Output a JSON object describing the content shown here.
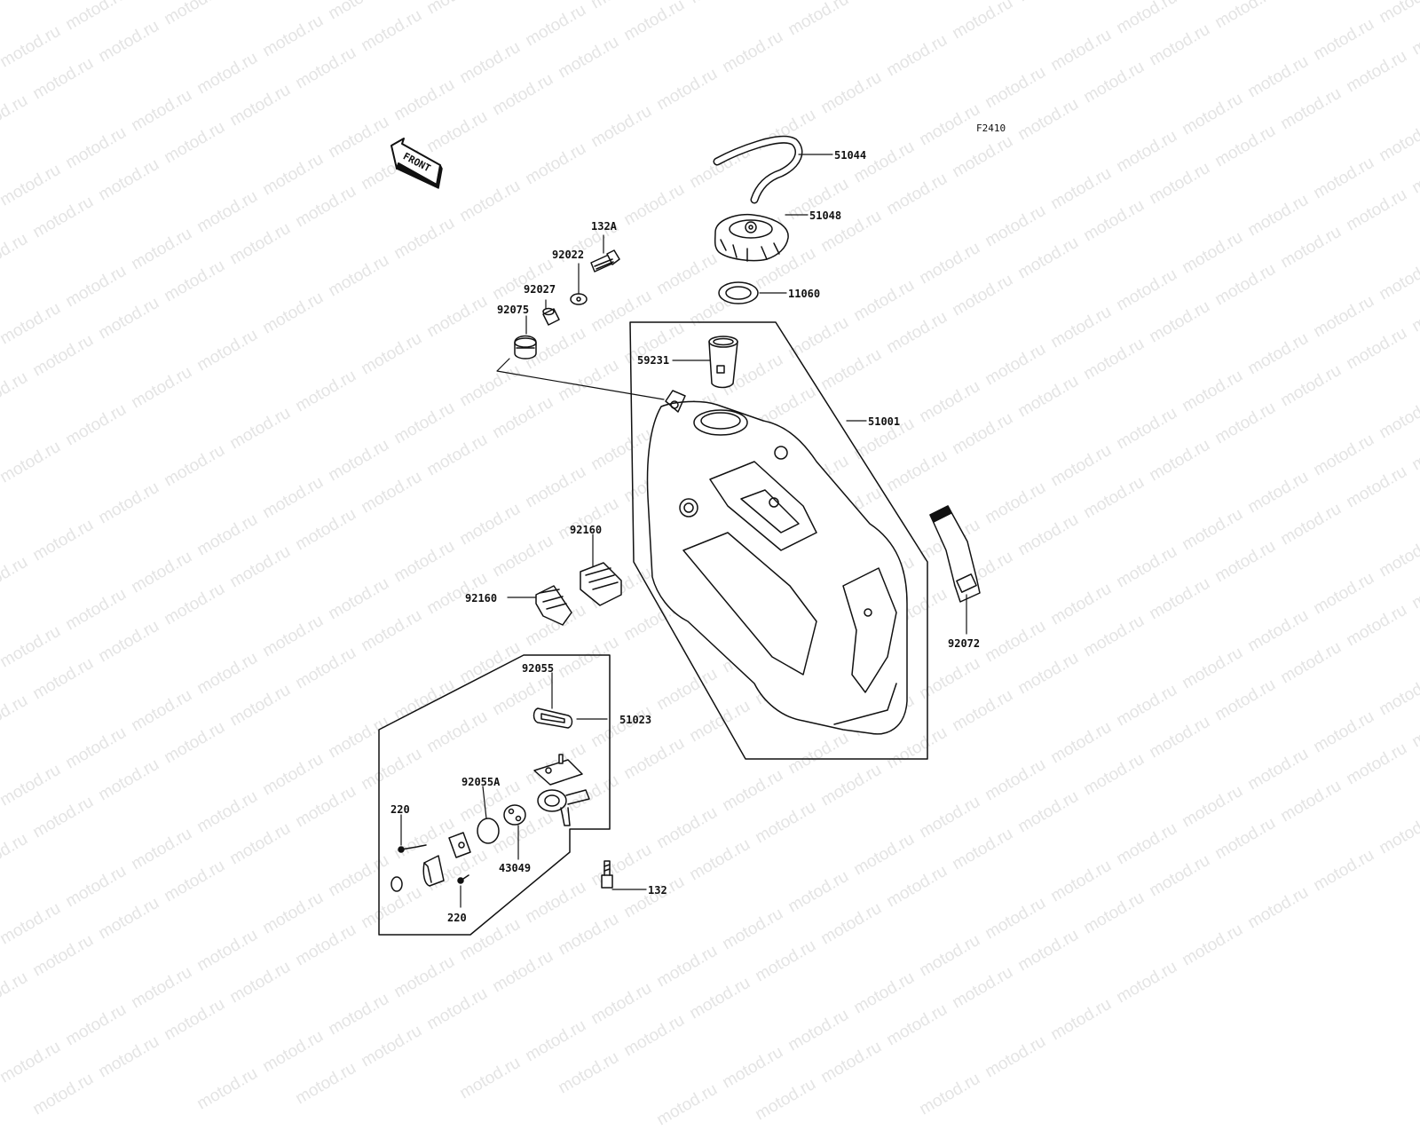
{
  "figure_code": "F2410",
  "front_arrow_label": "FRONT",
  "watermark_text": "motod.ru",
  "callouts": {
    "p51044": "51044",
    "p51048": "51048",
    "p11060": "11060",
    "p59231": "59231",
    "p51001": "51001",
    "p132A": "132A",
    "p92022": "92022",
    "p92027": "92027",
    "p92075": "92075",
    "p92160a": "92160",
    "p92160b": "92160",
    "p92072": "92072",
    "p92055": "92055",
    "p51023": "51023",
    "p92055A": "92055A",
    "p220a": "220",
    "p220b": "220",
    "p43049": "43049",
    "p132": "132"
  }
}
